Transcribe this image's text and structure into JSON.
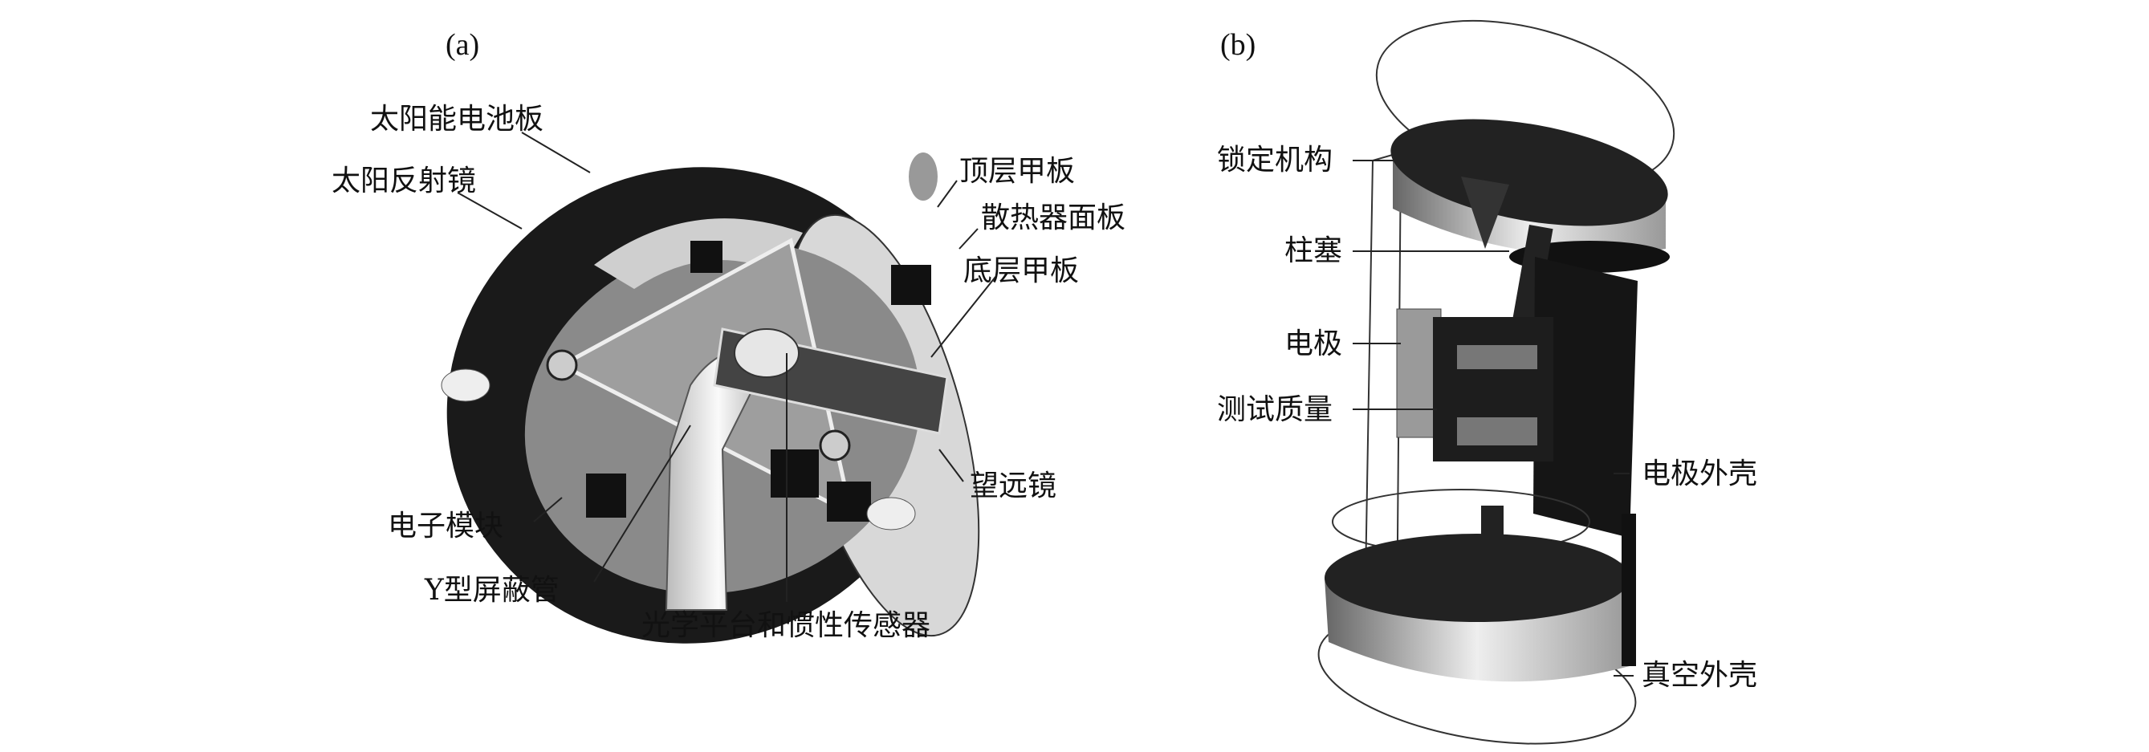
{
  "figure_a": {
    "panel_label": "(a)",
    "labels": {
      "solar_panel": "太阳能电池板",
      "solar_reflector": "太阳反射镜",
      "top_deck": "顶层甲板",
      "radiator_panel": "散热器面板",
      "bottom_deck": "底层甲板",
      "telescope": "望远镜",
      "electronics_module": "电子模块",
      "y_shield_tube": "Y型屏蔽管",
      "optical_bench_inertial_sensor": "光学平台和惯性传感器"
    }
  },
  "figure_b": {
    "panel_label": "(b)",
    "labels": {
      "locking_mechanism": "锁定机构",
      "plunger": "柱塞",
      "electrode": "电极",
      "test_mass": "测试质量",
      "electrode_housing": "电极外壳",
      "vacuum_enclosure": "真空外壳"
    }
  }
}
